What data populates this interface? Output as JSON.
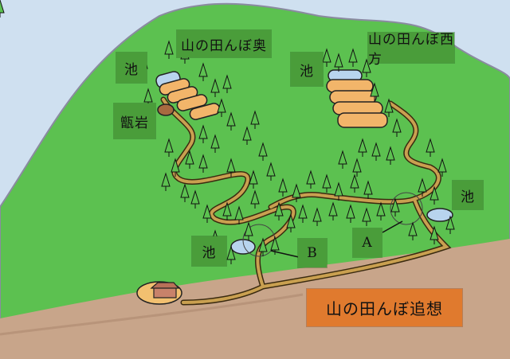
{
  "map": {
    "title": "山の田んぼ追想",
    "labels": {
      "paddy_back": "山の田んぼ奥",
      "paddy_west": "山の田んぼ西方",
      "pond_upper_left": "池",
      "pond_upper_right": "池",
      "pond_lower_left": "池",
      "pond_right": "池",
      "rock": "甑岩",
      "marker_a": "A",
      "marker_b": "B"
    },
    "colors": {
      "sky": "#cfe0f0",
      "mountain": "#5cc150",
      "label_green": "#4a9d3a",
      "title_orange": "#e07a2e",
      "path": "#c9a050",
      "paddy": "#f2b56a",
      "pond": "#b8d4ee",
      "ground": "#c8a58a"
    }
  }
}
